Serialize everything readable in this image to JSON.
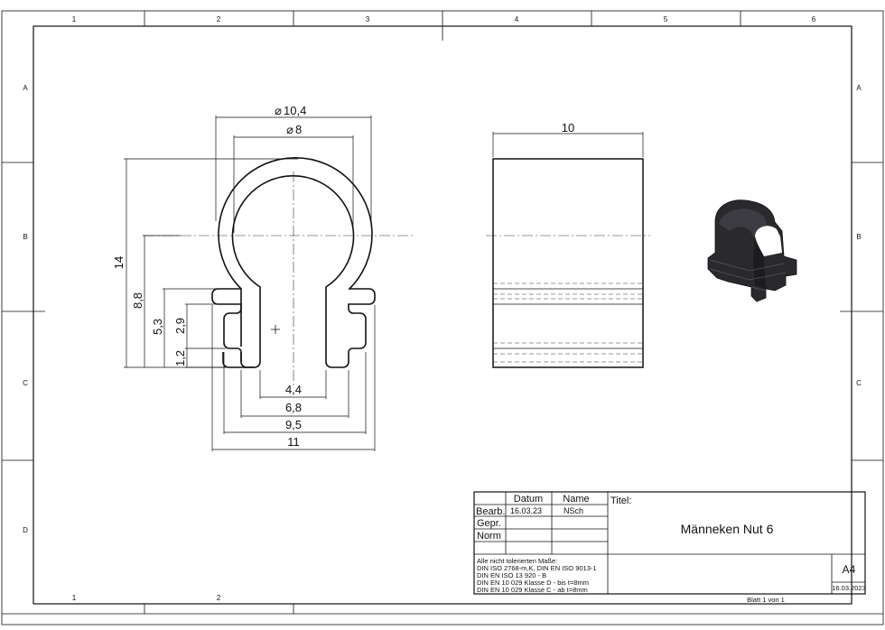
{
  "zones": {
    "columns_top": [
      "1",
      "2",
      "3",
      "4",
      "5",
      "6"
    ],
    "columns_bottom": [
      "1",
      "2"
    ],
    "rows_left": [
      "A",
      "B",
      "C",
      "D"
    ],
    "rows_right": [
      "A",
      "B",
      "C"
    ]
  },
  "dimensions": {
    "d_outer": "10,4",
    "d_inner": "8",
    "height_total": "14",
    "h_8_8": "8,8",
    "h_5_3": "5,3",
    "h_2_9": "2,9",
    "h_1_2": "1,2",
    "w_4_4": "4,4",
    "w_6_8": "6,8",
    "w_9_5": "9,5",
    "w_11": "11",
    "side_width": "10",
    "diameter_symbol": "⌀"
  },
  "title_block": {
    "header_date": "Datum",
    "header_name": "Name",
    "row_bearb": "Bearb.",
    "row_gepr": "Gepr.",
    "row_norm": "Norm",
    "bearb_date": "16.03.23",
    "bearb_name": "NSch",
    "titel_label": "Titel:",
    "title": "Männeken Nut 6",
    "notes": [
      "Alle nicht tolerierten Maße:",
      "DIN ISO 2768-m,K, DIN EN ISO 9013-1",
      "DIN EN ISO 13 920 - B",
      "DIN EN 10 029 Klasse D - bis t=8mm",
      "DIN EN 10 029 Klasse C - ab t=8mm"
    ],
    "format": "A4",
    "date": "16.03.2023",
    "sheet": "Blatt 1 von 1"
  }
}
